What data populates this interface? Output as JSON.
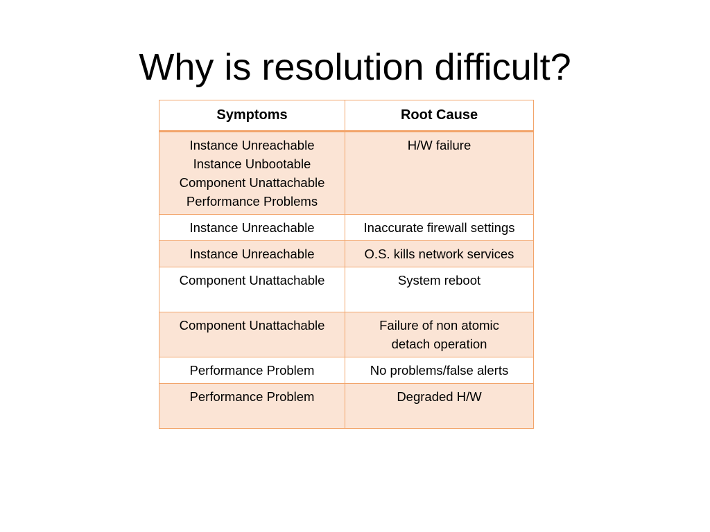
{
  "slide": {
    "title": "Why is resolution difficult?"
  },
  "table": {
    "headers": [
      "Symptoms",
      "Root Cause"
    ],
    "rows": [
      {
        "symptoms": [
          "Instance Unreachable",
          "Instance Unbootable",
          "Component Unattachable",
          "Performance Problems"
        ],
        "cause": [
          "H/W failure"
        ]
      },
      {
        "symptoms": [
          "Instance Unreachable"
        ],
        "cause": [
          "Inaccurate firewall settings"
        ]
      },
      {
        "symptoms": [
          "Instance Unreachable"
        ],
        "cause": [
          "O.S. kills network services"
        ]
      },
      {
        "symptoms": [
          "Component Unattachable"
        ],
        "cause": [
          "System reboot"
        ]
      },
      {
        "symptoms": [
          "Component Unattachable"
        ],
        "cause": [
          "Failure of non atomic",
          "detach operation"
        ]
      },
      {
        "symptoms": [
          "Performance Problem"
        ],
        "cause": [
          "No problems/false alerts"
        ]
      },
      {
        "symptoms": [
          "Performance Problem"
        ],
        "cause": [
          "Degraded H/W"
        ]
      }
    ]
  },
  "colors": {
    "border": "#f2a46a",
    "shade": "#fbe4d5",
    "plain": "#ffffff"
  }
}
